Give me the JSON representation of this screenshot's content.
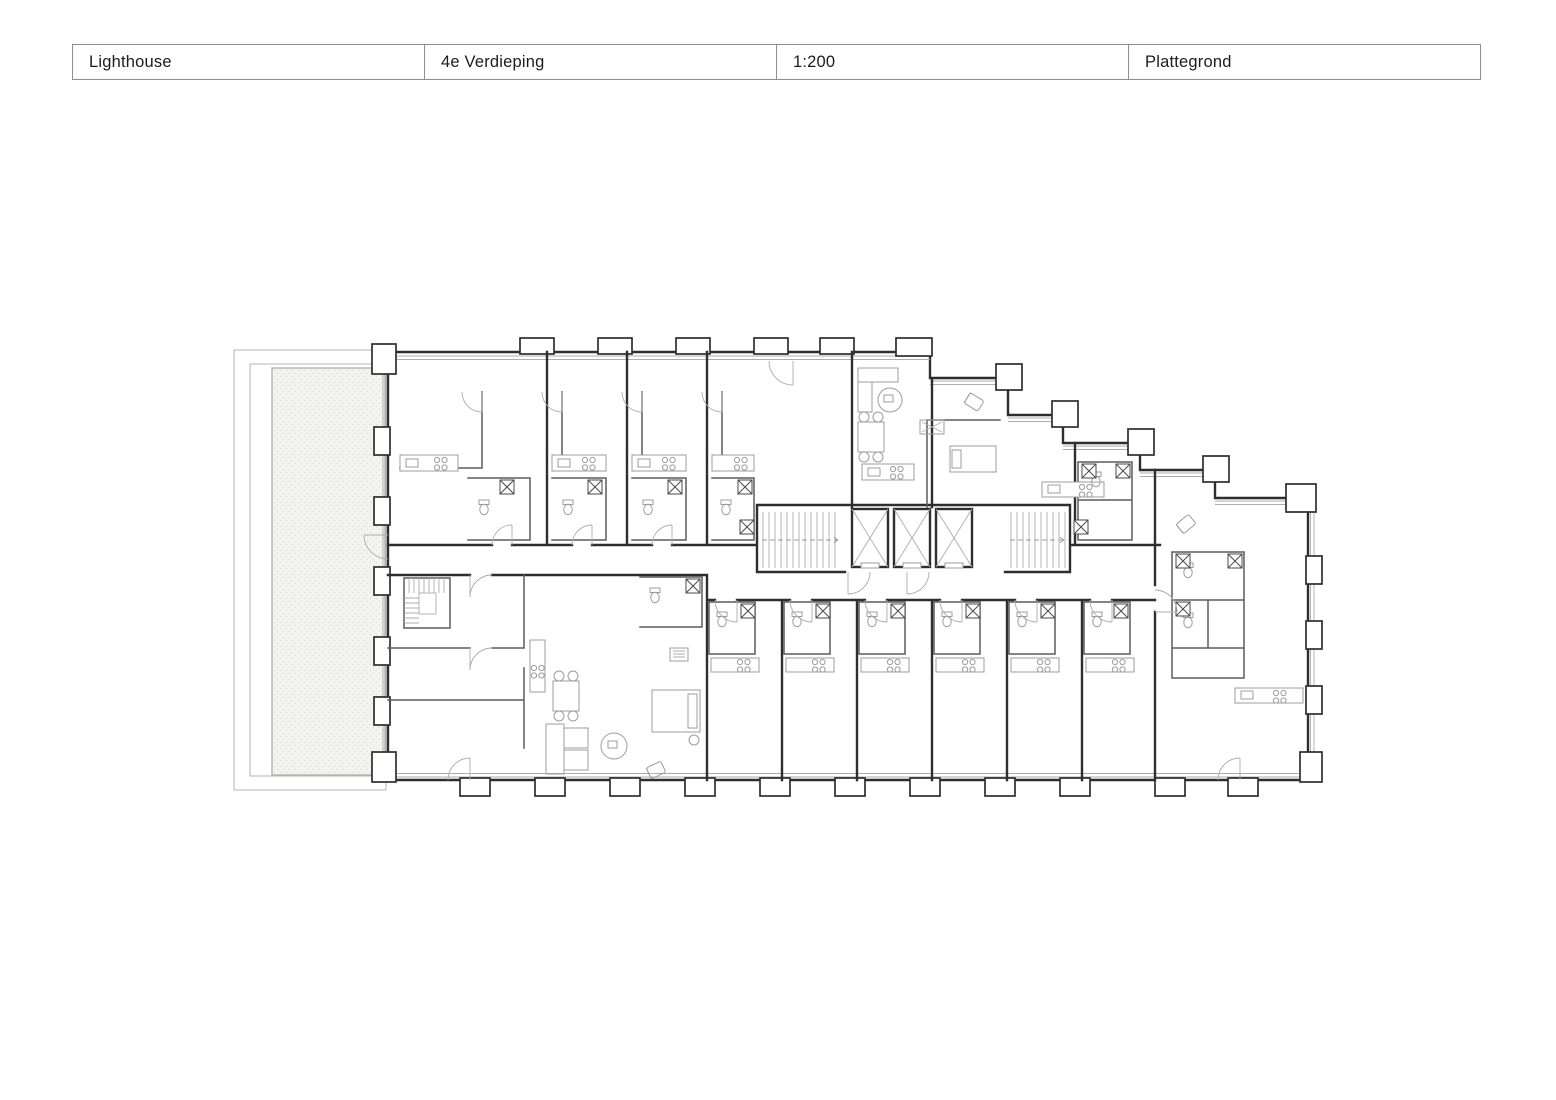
{
  "titleblock": {
    "project": "Lighthouse",
    "floor": "4e Verdieping",
    "scale": "1:200",
    "drawing_type": "Plattegrond"
  },
  "drawing": {
    "kind": "architectural-floor-plan",
    "language": "Dutch",
    "colors": {
      "paper": "#ffffff",
      "wall": "#2e2e2e",
      "partition": "#5c5c5c",
      "thin_line": "#adadad",
      "hatch_fill": "#f3f3ef",
      "titleblock_border": "#8f8f8f",
      "text": "#1c1c1c"
    }
  }
}
